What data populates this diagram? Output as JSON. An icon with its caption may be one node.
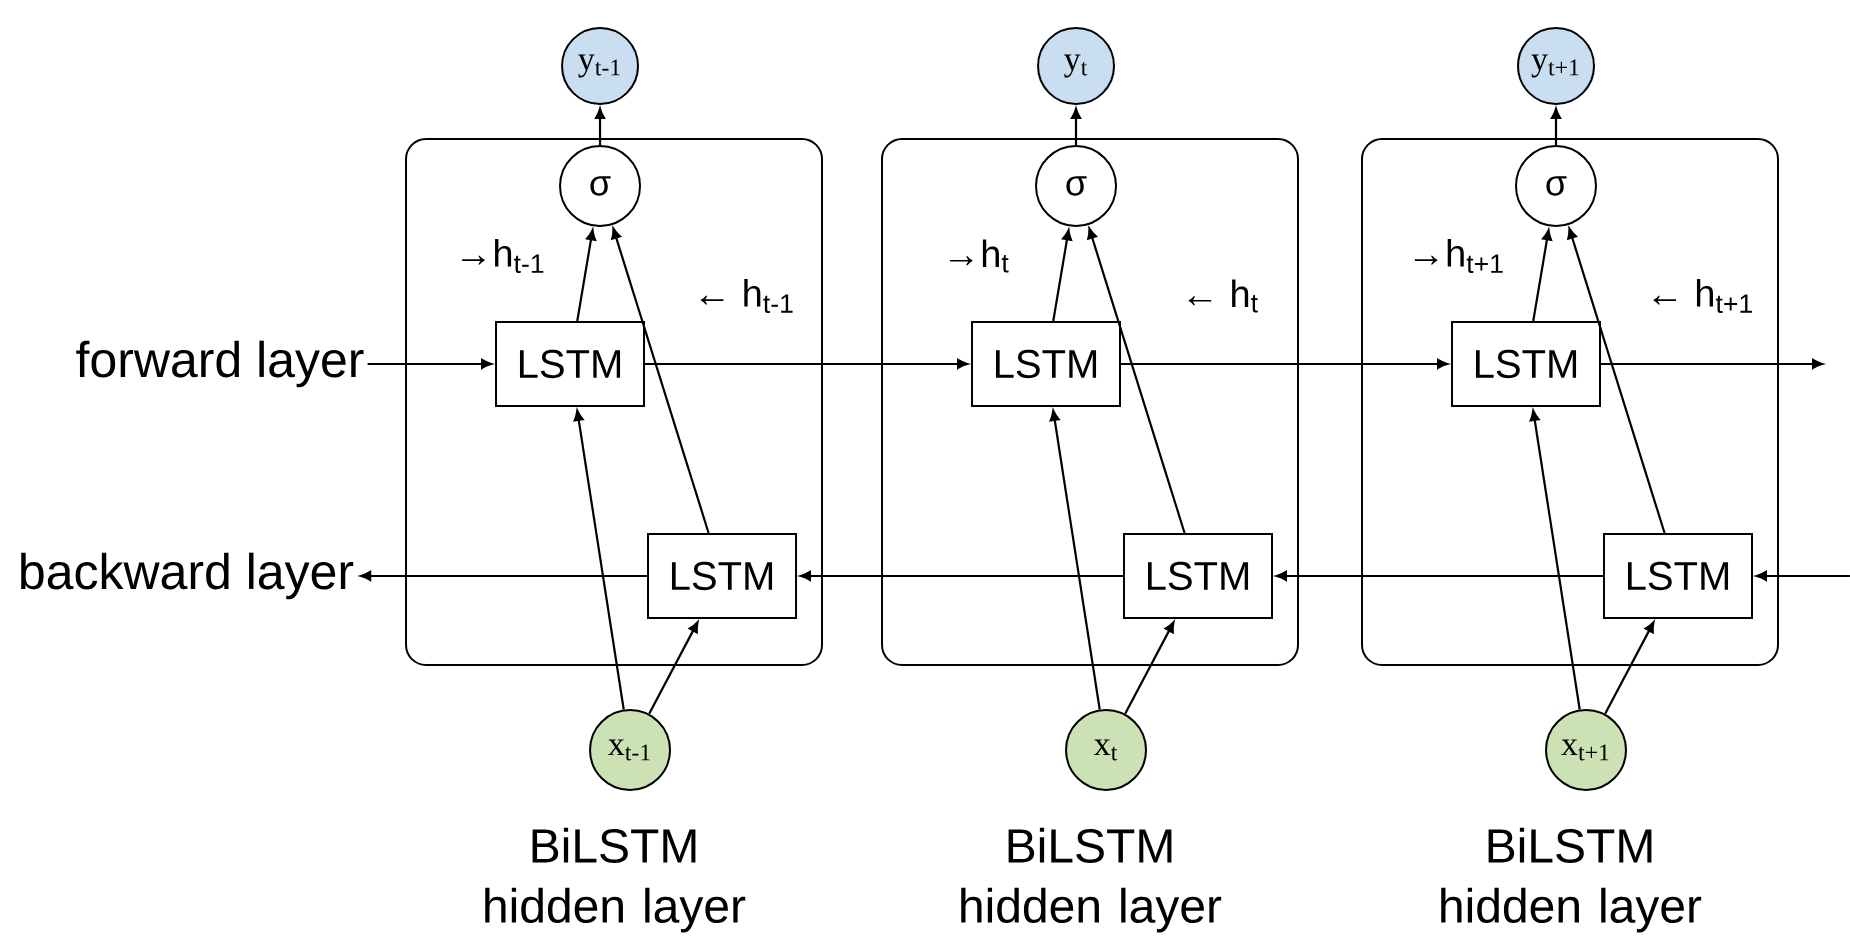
{
  "diagram": {
    "nodes": [
      {
        "text": [],
        "shape": "box"
      },
      {
        "text": [
          "y$_{t-1}$"
        ]
      },
      {
        "text": [
          "σ"
        ],
        "in": 0
      },
      {
        "text": [
          "LSTM"
        ],
        "in": 0
      },
      {
        "text": [
          "LSTM"
        ],
        "in": 0
      },
      {
        "text": [
          "x$_{t-1}$"
        ]
      },
      {
        "text": [],
        "shape": "box"
      },
      {
        "text": [
          "y$_{t}$"
        ]
      },
      {
        "text": [
          "σ"
        ],
        "in": 6
      },
      {
        "text": [
          "LSTM"
        ],
        "in": 6
      },
      {
        "text": [
          "LSTM"
        ],
        "in": 6
      },
      {
        "text": [
          "x$_{t}$"
        ]
      },
      {
        "text": [],
        "shape": "box"
      },
      {
        "text": [
          "y$_{t+1}$"
        ]
      },
      {
        "text": [
          "σ"
        ],
        "in": 12
      },
      {
        "text": [
          "LSTM"
        ],
        "in": 12
      },
      {
        "text": [
          "LSTM"
        ],
        "in": 12
      },
      {
        "text": [
          "x$_{t+1}$"
        ]
      },
      {
        "text": [
          "forward layer"
        ]
      },
      {
        "text": [
          "backward layer"
        ]
      }
    ],
    "edges": [
      {
        "from": 18,
        "to": 3,
        "arrow": "to"
      },
      {
        "from": 3,
        "to": 9,
        "arrow": "to"
      },
      {
        "from": 9,
        "to": 15,
        "arrow": "to"
      },
      {
        "from": 15,
        "to": null,
        "arrow": "to"
      },
      {
        "from": null,
        "to": 16,
        "arrow": "to"
      },
      {
        "from": 16,
        "to": 10,
        "arrow": "to"
      },
      {
        "from": 10,
        "to": 4,
        "arrow": "to"
      },
      {
        "from": 4,
        "to": 19,
        "arrow": "to"
      },
      {
        "from": 5,
        "to": 3,
        "arrow": "to"
      },
      {
        "from": 5,
        "to": 4,
        "arrow": "to"
      },
      {
        "from": 3,
        "to": 2,
        "label": "→h$_{t-1}$",
        "arrow": "to"
      },
      {
        "from": 4,
        "to": 2,
        "label": "← h$_{t-1}$",
        "arrow": "to"
      },
      {
        "from": 2,
        "to": 1,
        "arrow": "to"
      },
      {
        "from": 11,
        "to": 9,
        "arrow": "to"
      },
      {
        "from": 11,
        "to": 10,
        "arrow": "to"
      },
      {
        "from": 9,
        "to": 8,
        "label": "→h$_{t}$",
        "arrow": "to"
      },
      {
        "from": 10,
        "to": 8,
        "label": "← h$_{t}$",
        "arrow": "to"
      },
      {
        "from": 8,
        "to": 7,
        "arrow": "to"
      },
      {
        "from": 17,
        "to": 15,
        "arrow": "to"
      },
      {
        "from": 17,
        "to": 16,
        "arrow": "to"
      },
      {
        "from": 15,
        "to": 14,
        "label": "→h$_{t+1}$",
        "arrow": "to"
      },
      {
        "from": 16,
        "to": 14,
        "label": "← h$_{t+1}$",
        "arrow": "to"
      },
      {
        "from": 14,
        "to": 13,
        "arrow": "to"
      }
    ],
    "labels": [
      "BiLSTM hidden layer",
      "BiLSTM hidden layer",
      "BiLSTM hidden layer"
    ]
  }
}
